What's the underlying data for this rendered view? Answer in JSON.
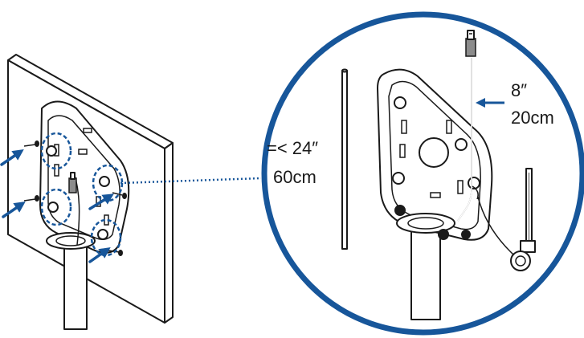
{
  "colors": {
    "accent": "#17569a",
    "line": "#1a1a1a",
    "fill_grey": "#8c8c8c"
  },
  "labels": {
    "max_height_in": "=< 24″",
    "max_height_cm": "60cm",
    "cable_length_in": "8″",
    "cable_length_cm": "20cm"
  },
  "icons": [
    "screw-icon",
    "cable-tie-icon",
    "ethernet-plug-icon"
  ]
}
